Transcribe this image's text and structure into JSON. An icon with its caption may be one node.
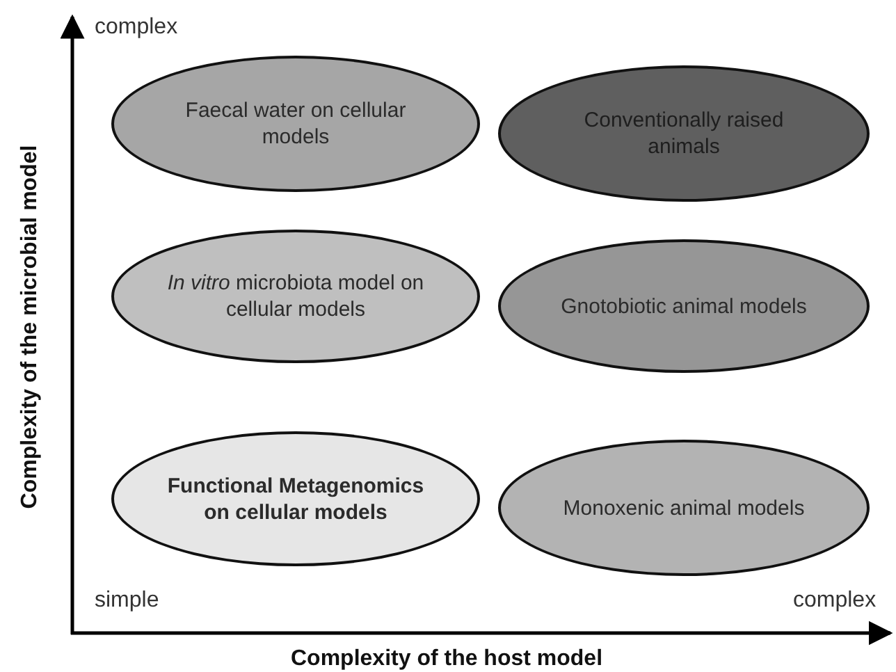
{
  "diagram": {
    "nodes": [
      {
        "text": [
          "Faecal water on cellular models"
        ]
      },
      {
        "text": [
          "Conventionally raised animals"
        ]
      },
      {
        "text": [
          "*In vitro* microbiota model on cellular models"
        ]
      },
      {
        "text": [
          "Gnotobiotic animal models"
        ]
      },
      {
        "text": [
          "Functional Metagenomics on cellular models"
        ]
      },
      {
        "text": [
          "Monoxenic animal models"
        ]
      }
    ],
    "edges": [],
    "labels": [
      "complex",
      "Complexity of the microbial model",
      "simple",
      "complex",
      "Complexity of the host model"
    ]
  }
}
